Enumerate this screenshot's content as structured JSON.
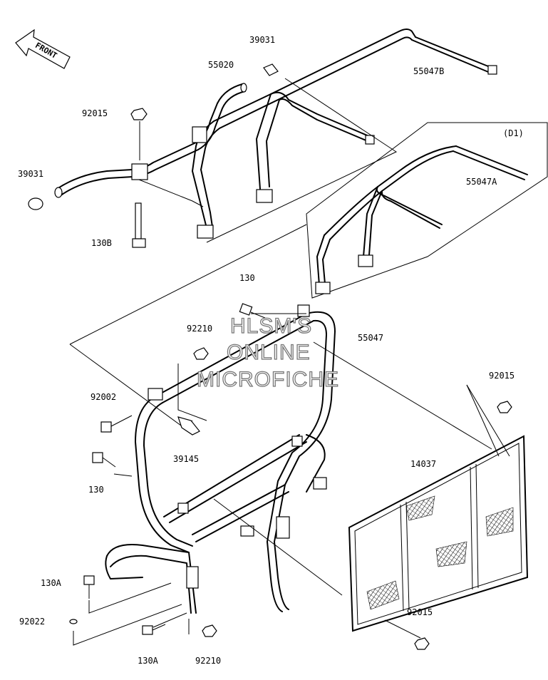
{
  "direction_label": "FRONT",
  "callouts": {
    "p39031_top": "39031",
    "p55020": "55020",
    "p55047B": "55047B",
    "p92015_top": "92015",
    "p39031_left": "39031",
    "pD1": "(D1)",
    "p55047A": "55047A",
    "p130B": "130B",
    "p130_top": "130",
    "p55047": "55047",
    "p92210_top": "92210",
    "p92015_right": "92015",
    "p92002": "92002",
    "p39145": "39145",
    "p14037": "14037",
    "p130_mid": "130",
    "p130A_left": "130A",
    "p92015_bottom": "92015",
    "p92022": "92022",
    "p130A_bottom": "130A",
    "p92210_bottom": "92210"
  },
  "watermark": {
    "line1": "HLSM'S",
    "line2": "ONLINE",
    "line3": "MICROFICHE"
  }
}
